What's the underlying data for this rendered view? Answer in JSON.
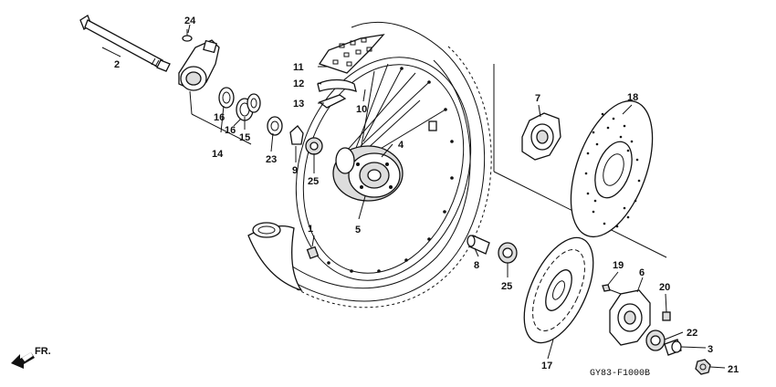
{
  "callouts": {
    "c1": "1",
    "c2": "2",
    "c3": "3",
    "c4": "4",
    "c5": "5",
    "c6": "6",
    "c7": "7",
    "c8": "8",
    "c9": "9",
    "c10": "10",
    "c11": "11",
    "c12": "12",
    "c13": "13",
    "c14": "14",
    "c15": "15",
    "c16a": "16",
    "c16b": "16",
    "c17": "17",
    "c18": "18",
    "c19": "19",
    "c20": "20",
    "c21": "21",
    "c22": "22",
    "c23": "23",
    "c24": "24",
    "c25a": "25",
    "c25b": "25"
  },
  "front_arrow": {
    "label": "FR."
  },
  "diagram_code": "GY83-F1000B",
  "icons": {
    "direction": "front-direction-arrow-icon"
  }
}
